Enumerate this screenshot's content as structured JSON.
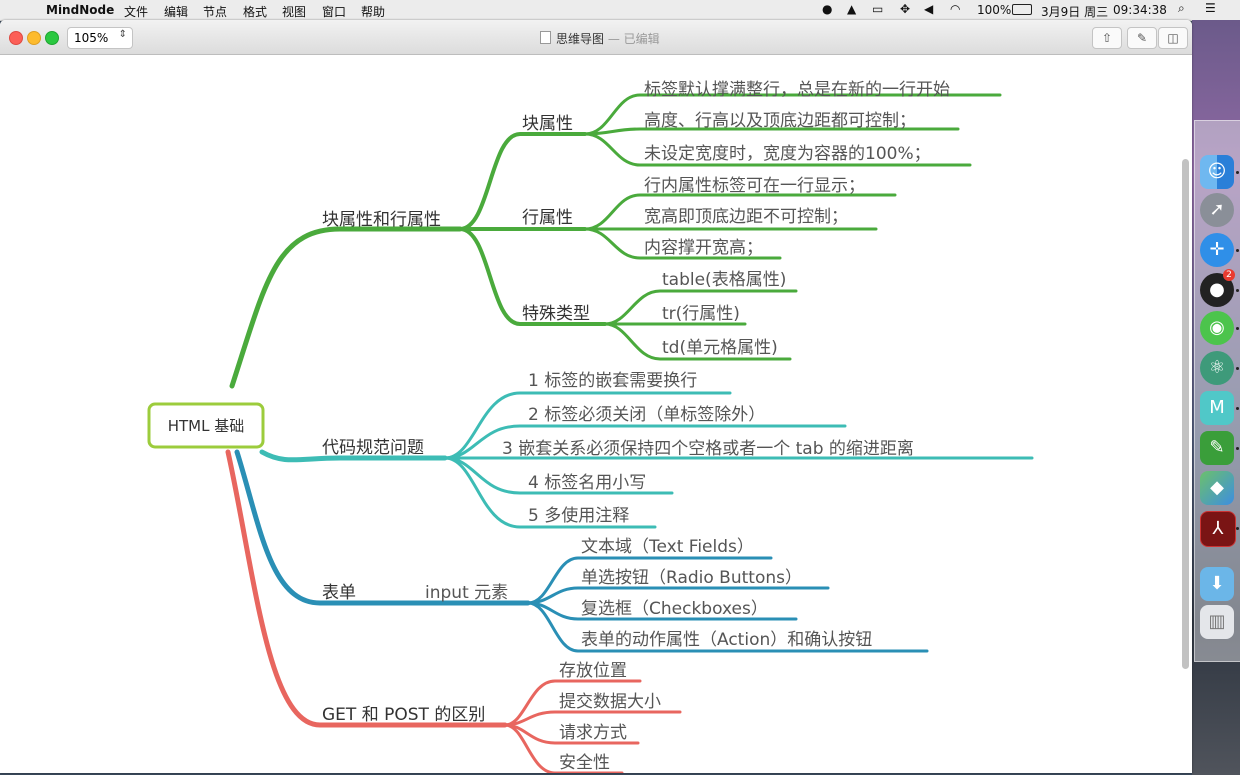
{
  "menubar": {
    "app_name": "MindNode",
    "items": [
      "文件",
      "编辑",
      "节点",
      "格式",
      "视图",
      "窗口",
      "帮助"
    ],
    "battery": "100%",
    "date": "3月9日 周三",
    "time": "09:34:38"
  },
  "window": {
    "zoom": "105%",
    "title": "思维导图",
    "status": "— 已编辑"
  },
  "mindmap": {
    "root": "HTML 基础",
    "branch1": {
      "label": "块属性和行属性",
      "block": {
        "label": "块属性",
        "items": [
          "标签默认撑满整行，总是在新的一行开始",
          "高度、行高以及顶底边距都可控制；",
          "未设定宽度时，宽度为容器的100%；"
        ]
      },
      "inline": {
        "label": "行属性",
        "items": [
          "行内属性标签可在一行显示；",
          "宽高即顶底边距不可控制；",
          "内容撑开宽高；"
        ]
      },
      "special": {
        "label": "特殊类型",
        "items": [
          "table(表格属性)",
          "tr(行属性)",
          "td(单元格属性)"
        ]
      }
    },
    "branch2": {
      "label": "代码规范问题",
      "items": [
        "1   标签的嵌套需要换行",
        "2   标签必须关闭（单标签除外）",
        "3   嵌套关系必须保持四个空格或者一个 tab 的缩进距离",
        "4   标签名用小写",
        "5   多使用注释"
      ]
    },
    "branch3": {
      "label": "表单",
      "sub": "input 元素",
      "items": [
        "文本域（Text Fields）",
        "单选按钮（Radio Buttons）",
        "复选框（Checkboxes）",
        "表单的动作属性（Action）和确认按钮"
      ]
    },
    "branch4": {
      "label": "GET 和 POST 的区别",
      "items": [
        "存放位置",
        "提交数据大小",
        "请求方式",
        "安全性"
      ]
    },
    "colors": {
      "green": "#4aaa3c",
      "teal": "#3dbcb5",
      "blue": "#2a8fb5",
      "red": "#e8665f",
      "root_border": "#9ccc3c"
    }
  },
  "dock": {
    "items": [
      "finder-icon",
      "launchpad-icon",
      "safari-icon",
      "qq-icon",
      "wechat-icon",
      "atom-icon",
      "mindnode-icon",
      "evernote-icon",
      "maps-icon",
      "acrobat-icon",
      "downloads-folder-icon",
      "trash-icon"
    ],
    "qq_badge": "2"
  }
}
